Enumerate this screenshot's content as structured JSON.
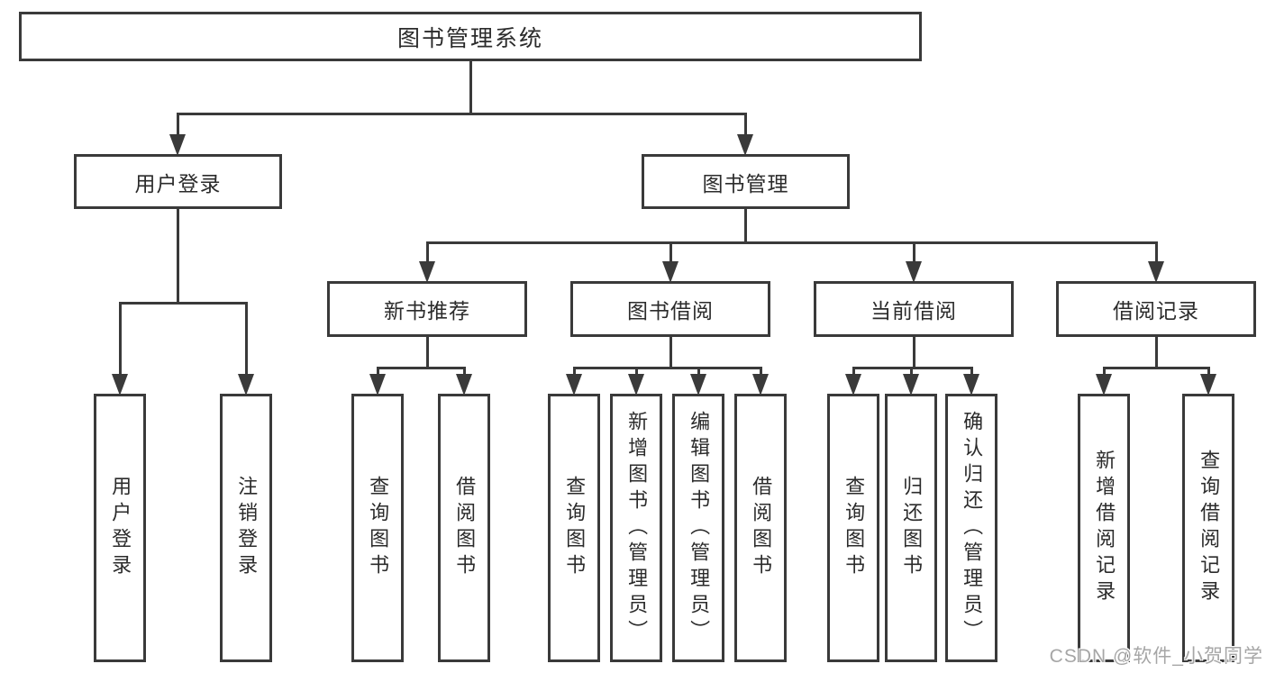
{
  "diagram": {
    "nodes": {
      "root": "图书管理系统",
      "user_login": "用户登录",
      "book_mgmt": "图书管理",
      "new_book_rec": "新书推荐",
      "book_borrow": "图书借阅",
      "current_borrow": "当前借阅",
      "borrow_records": "借阅记录",
      "login_children": {
        "user_login": "用户登录",
        "logout": "注销登录"
      },
      "rec_children": {
        "query_book": "查询图书",
        "borrow_book": "借阅图书"
      },
      "borrow_children": {
        "query_book": "查询图书",
        "add_book": "新增图书（管理员）",
        "edit_book": "编辑图书（管理员）",
        "borrow_book": "借阅图书"
      },
      "current_children": {
        "query_book": "查询图书",
        "return_book": "归还图书",
        "confirm_return": "确认归还（管理员）"
      },
      "record_children": {
        "add_record": "新增借阅记录",
        "query_record": "查询借阅记录"
      }
    },
    "watermark": "CSDN @软件_小贺同学",
    "colors": {
      "line": "#3a3a3a",
      "text": "#2b2b2b",
      "watermark": "#a6a6a6",
      "background": "#ffffff"
    }
  }
}
